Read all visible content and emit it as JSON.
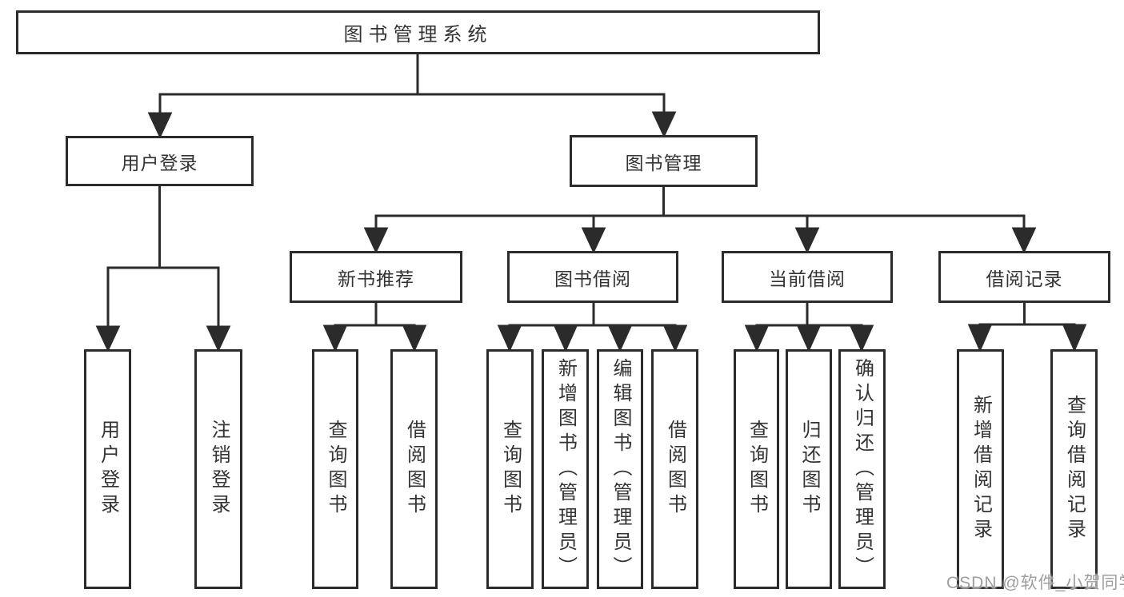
{
  "diagram": {
    "root": {
      "label": "图书管理系统"
    },
    "branches": {
      "user_login": {
        "label": "用户登录",
        "children": [
          "用户登录",
          "注销登录"
        ]
      },
      "book_management": {
        "label": "图书管理",
        "sections": {
          "new_book_recommend": {
            "label": "新书推荐",
            "children": [
              "查询图书",
              "借阅图书"
            ]
          },
          "book_borrowing": {
            "label": "图书借阅",
            "children": [
              "查询图书",
              "新增图书（管理员）",
              "编辑图书（管理员）",
              "借阅图书"
            ]
          },
          "current_borrowing": {
            "label": "当前借阅",
            "children": [
              "查询图书",
              "归还图书",
              "确认归还（管理员）"
            ]
          },
          "borrowing_records": {
            "label": "借阅记录",
            "children": [
              "新增借阅记录",
              "查询借阅记录"
            ]
          }
        }
      }
    },
    "colors": {
      "line": "#2b2b2b",
      "box_border": "#2b2b2b",
      "box_fill": "#ffffff",
      "text": "#333333",
      "watermark": "#9e9e9e",
      "background": "#ffffff"
    }
  },
  "watermark": {
    "text": "CSDN @软件_小贺同学"
  }
}
